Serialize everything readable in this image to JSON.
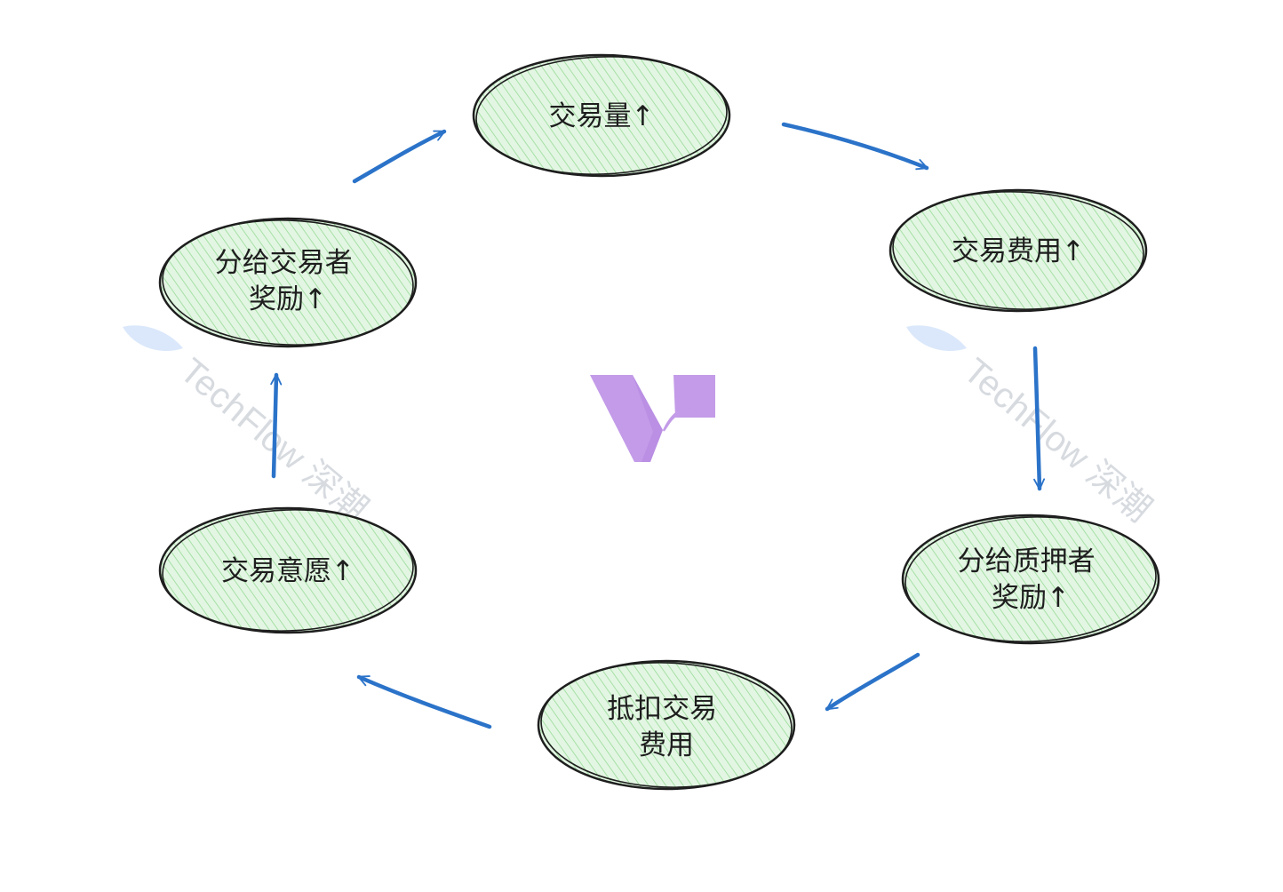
{
  "nodes": [
    {
      "id": "volume",
      "lines": [
        "交易量↑"
      ]
    },
    {
      "id": "fees",
      "lines": [
        "交易费用↑"
      ]
    },
    {
      "id": "staker-reward",
      "lines": [
        "分给质押者",
        "奖励↑"
      ]
    },
    {
      "id": "fee-deduction",
      "lines": [
        "抵扣交易",
        "费用"
      ]
    },
    {
      "id": "willingness",
      "lines": [
        "交易意愿↑"
      ]
    },
    {
      "id": "trader-reward",
      "lines": [
        "分给交易者",
        "奖励↑"
      ]
    }
  ],
  "edges": [
    {
      "from": "volume",
      "to": "fees"
    },
    {
      "from": "fees",
      "to": "staker-reward"
    },
    {
      "from": "staker-reward",
      "to": "fee-deduction"
    },
    {
      "from": "fee-deduction",
      "to": "willingness"
    },
    {
      "from": "willingness",
      "to": "trader-reward"
    },
    {
      "from": "trader-reward",
      "to": "volume"
    }
  ],
  "watermark": {
    "text": "TechFlow 深潮"
  },
  "colors": {
    "node_fill": "#e3f6e3",
    "node_hatch": "#a6e0a6",
    "node_stroke": "#1e1e1e",
    "arrow": "#2b73c9",
    "logo": "#c39be8",
    "logo_shade": "#a978de",
    "watermark_leaf": "#dbe8fb",
    "watermark_text": "#d7dbe0"
  }
}
